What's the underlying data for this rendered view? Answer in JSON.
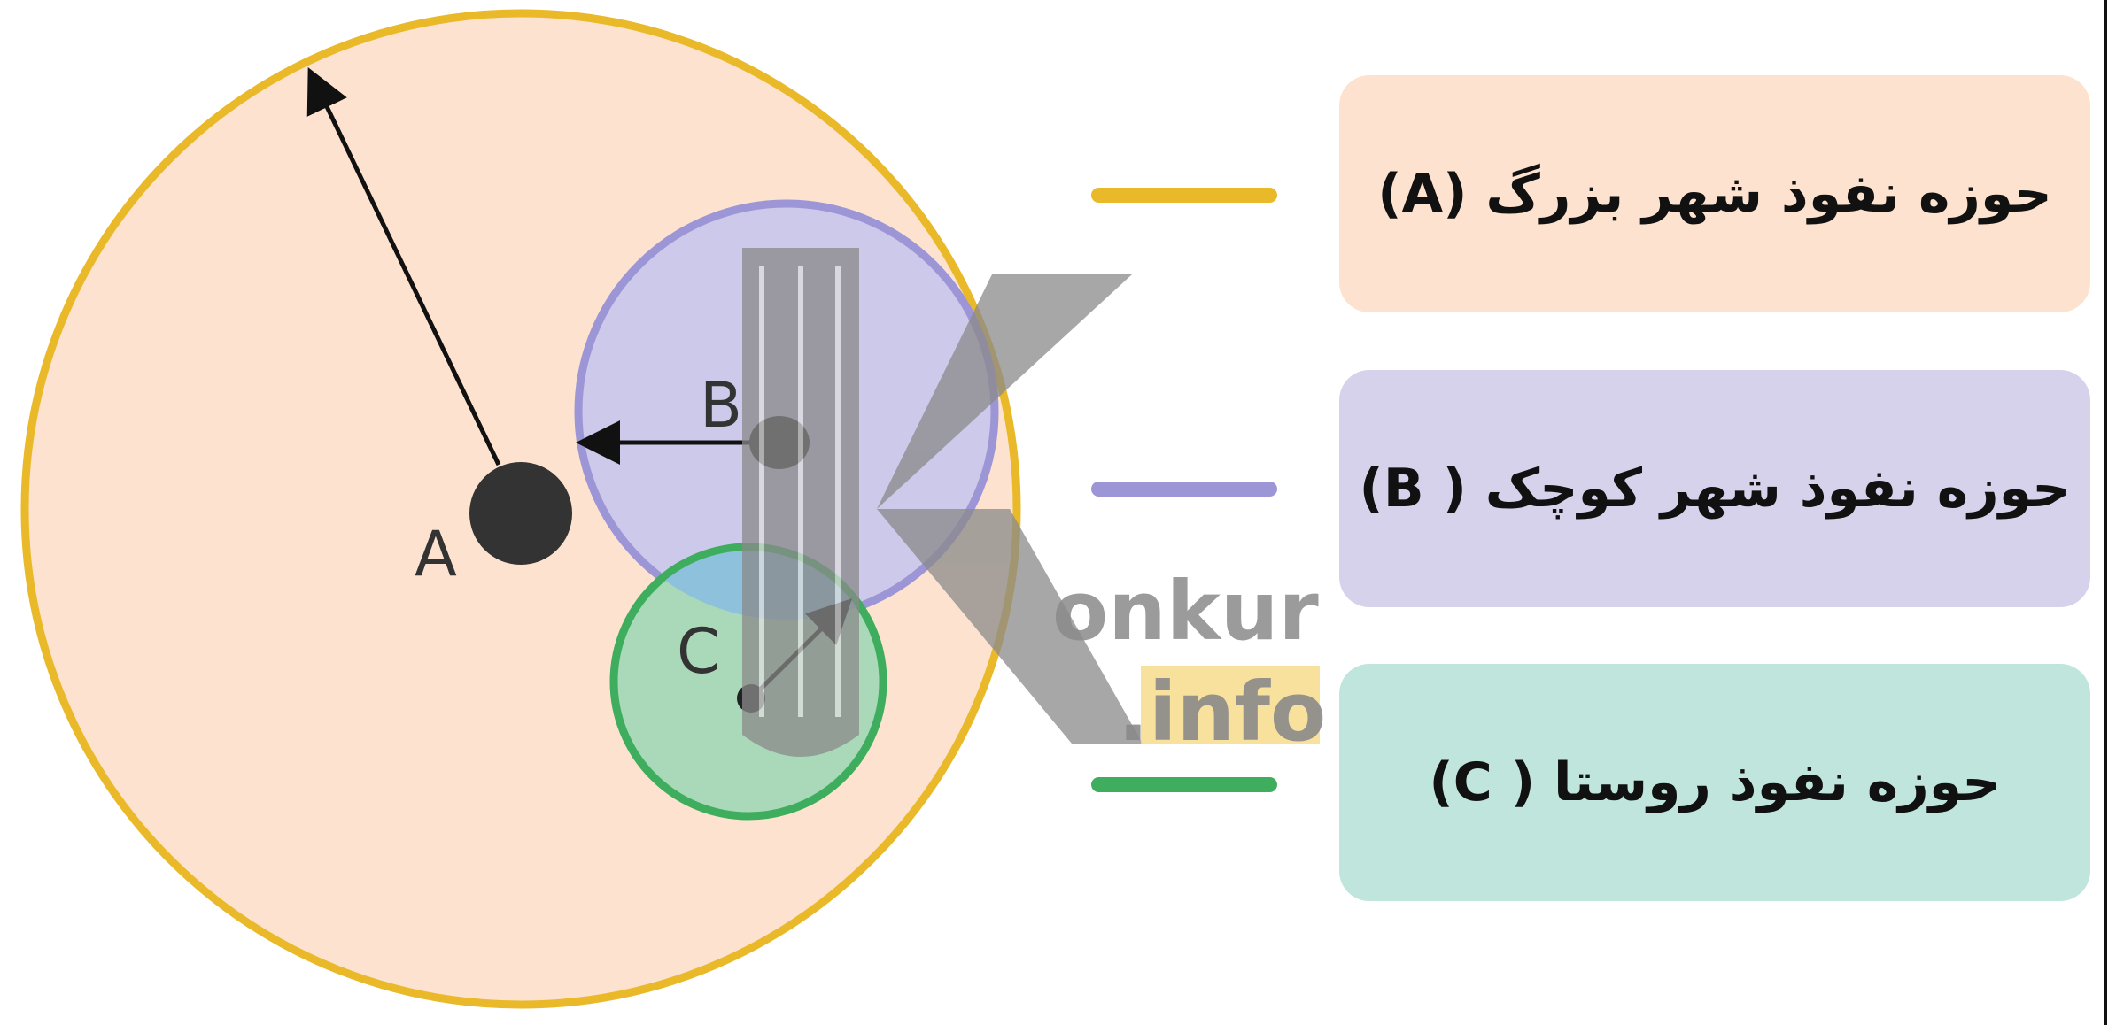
{
  "colors": {
    "zone_a_fill": "#fde3cf",
    "zone_a_stroke": "#e9b92a",
    "zone_b_fill": "#cdc9ea",
    "zone_b_stroke": "#9c95d6",
    "zone_c_fill": "#a9d9b9",
    "zone_c_stroke": "#3eae5e",
    "overlap_bc": "#8ec1dc",
    "legend_a_bg": "#fde3cf",
    "legend_b_bg": "#d7d2ec",
    "legend_c_bg": "#bfe5dc",
    "point": "#333333",
    "watermark_gray": "#8a8a8a",
    "watermark_yellow": "#f6dc8c"
  },
  "points": {
    "a_label": "A",
    "b_label": "B",
    "c_label": "C"
  },
  "legend": [
    {
      "label": "حوزه نفوذ شهر بزرگ (A)"
    },
    {
      "label": "حوزه نفوذ شهر کوچک ( B)"
    },
    {
      "label": "حوزه نفوذ روستا ( C)"
    }
  ],
  "watermark": {
    "word": "onkur",
    "suffix": ".info",
    "icon": "konkur-k-logo"
  }
}
